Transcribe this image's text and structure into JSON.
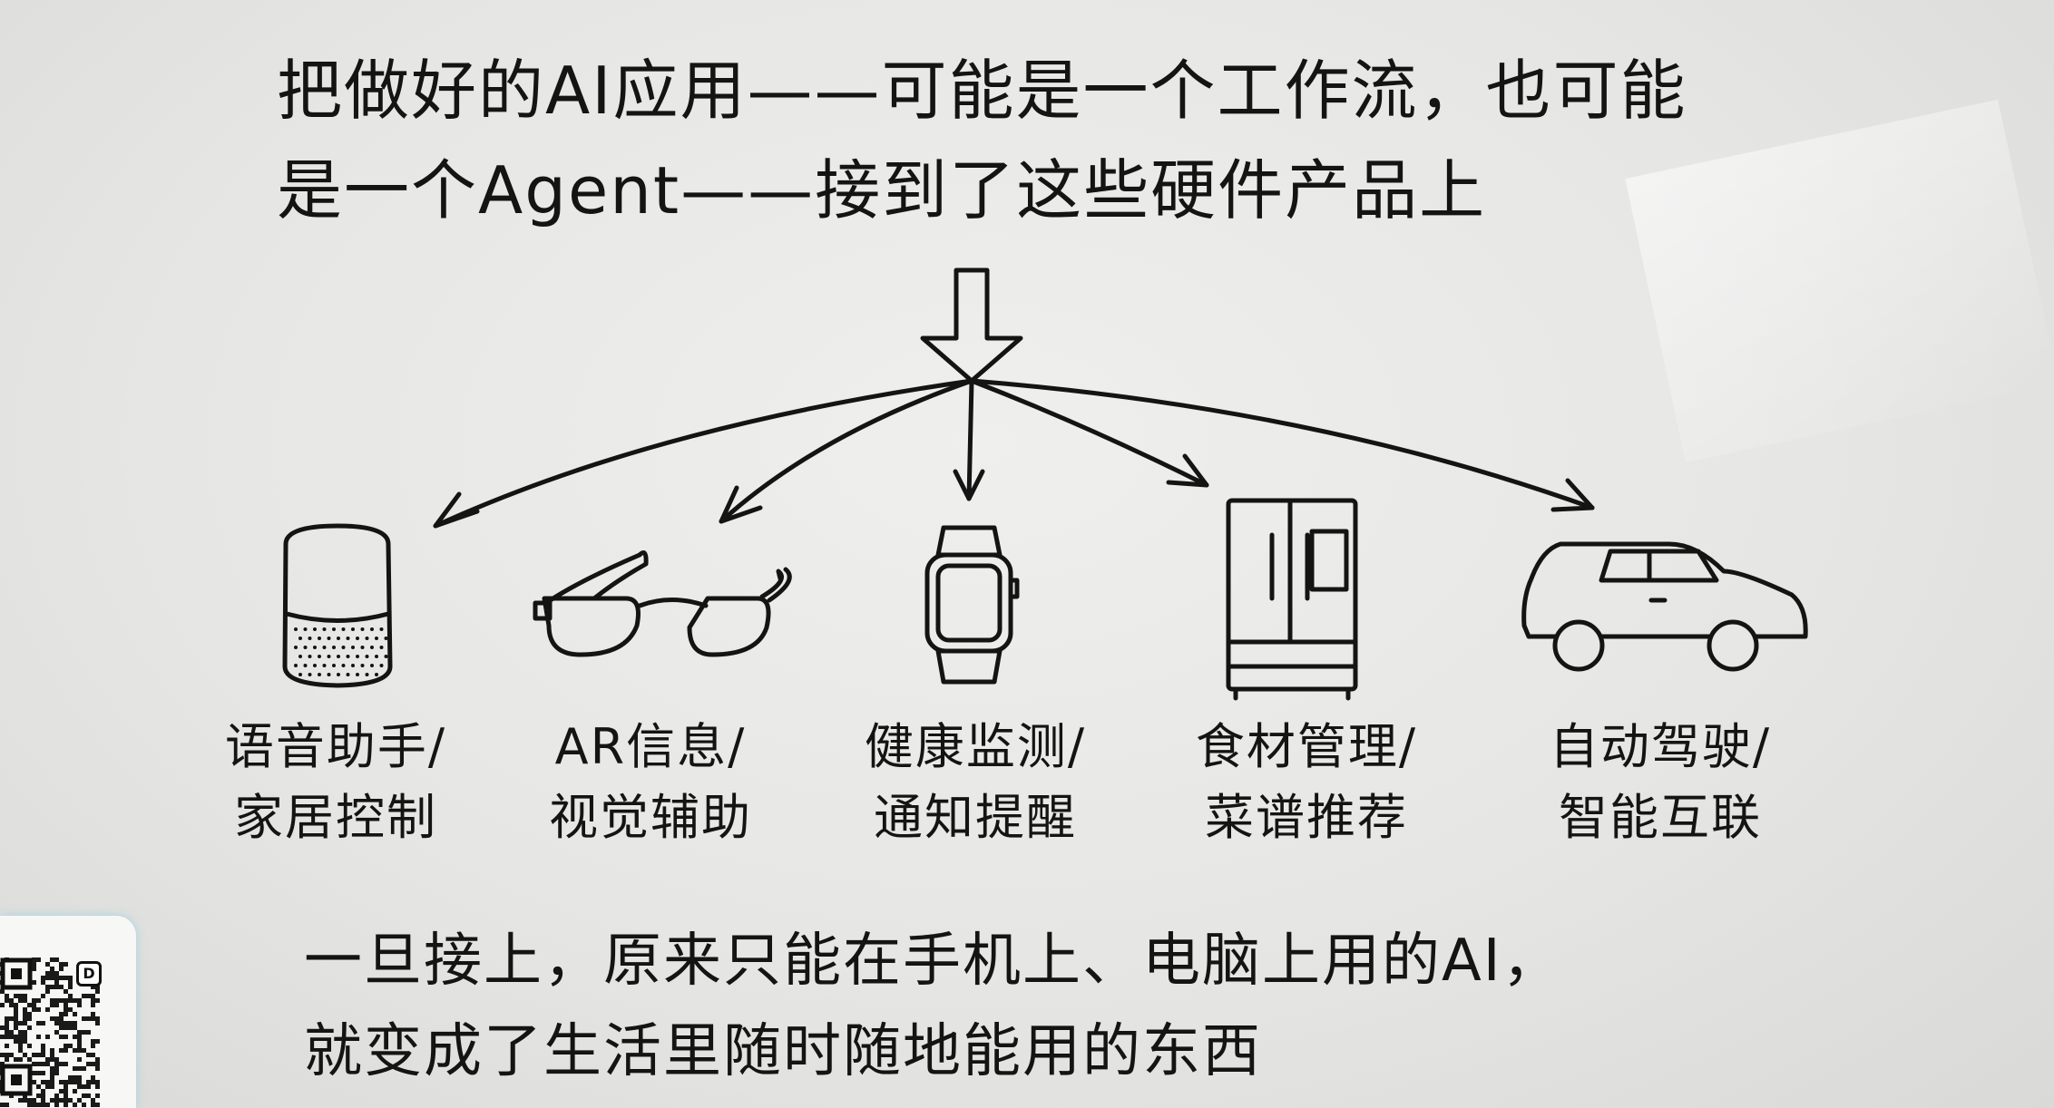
{
  "headline": {
    "line1": "把做好的AI应用——可能是一个工作流，也可能",
    "line2": "是一个Agent——接到了这些硬件产品上"
  },
  "devices": [
    {
      "icon": "smart-speaker-icon",
      "line1": "语音助手/",
      "line2": "家居控制"
    },
    {
      "icon": "ar-glasses-icon",
      "line1": "AR信息/",
      "line2": "视觉辅助"
    },
    {
      "icon": "smartwatch-icon",
      "line1": "健康监测/",
      "line2": "通知提醒"
    },
    {
      "icon": "refrigerator-icon",
      "line1": "食材管理/",
      "line2": "菜谱推荐"
    },
    {
      "icon": "car-icon",
      "line1": "自动驾驶/",
      "line2": "智能互联"
    }
  ],
  "footer": {
    "line1": "一旦接上，原来只能在手机上、电脑上用的AI，",
    "line2": "就变成了生活里随时随地能用的东西"
  },
  "qr_badge": {
    "logo_letter": "D"
  },
  "colors": {
    "ink": "#141414",
    "board": "#e6e6e4",
    "qr_glow": "#78c8e6"
  }
}
